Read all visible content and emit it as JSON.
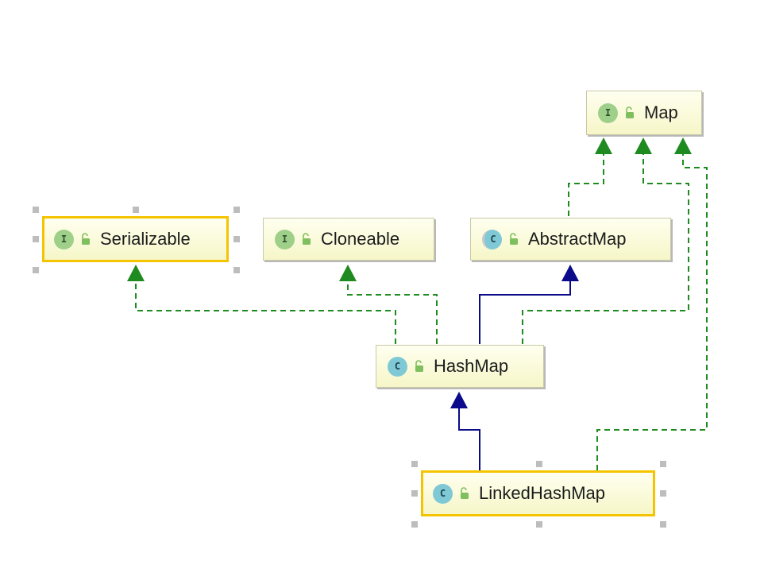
{
  "nodes": {
    "map": {
      "label": "Map",
      "kind": "interface",
      "badge": "I"
    },
    "serializable": {
      "label": "Serializable",
      "kind": "interface",
      "badge": "I"
    },
    "cloneable": {
      "label": "Cloneable",
      "kind": "interface",
      "badge": "I"
    },
    "abstract_map": {
      "label": "AbstractMap",
      "kind": "abstract-class",
      "badge": "C"
    },
    "hash_map": {
      "label": "HashMap",
      "kind": "class",
      "badge": "C"
    },
    "linked_hash_map": {
      "label": "LinkedHashMap",
      "kind": "class",
      "badge": "C"
    }
  },
  "edges": [
    {
      "from": "AbstractMap",
      "to": "Map",
      "type": "implements"
    },
    {
      "from": "HashMap",
      "to": "Map",
      "type": "implements"
    },
    {
      "from": "LinkedHashMap",
      "to": "Map",
      "type": "implements"
    },
    {
      "from": "HashMap",
      "to": "Serializable",
      "type": "implements"
    },
    {
      "from": "HashMap",
      "to": "Cloneable",
      "type": "implements"
    },
    {
      "from": "HashMap",
      "to": "AbstractMap",
      "type": "extends"
    },
    {
      "from": "LinkedHashMap",
      "to": "HashMap",
      "type": "extends"
    }
  ],
  "selected": [
    "Serializable",
    "LinkedHashMap"
  ],
  "colors": {
    "implements_edge": "#1f8a1f",
    "extends_edge": "#0a0a8a",
    "interface_badge": "#9fd08a",
    "class_badge": "#7fc9d6",
    "selection_border": "#f5c400",
    "node_fill": "#fafad2"
  },
  "icons": {
    "interface": "interface-badge-icon",
    "class": "class-badge-icon",
    "visibility": "unlocked-icon"
  }
}
